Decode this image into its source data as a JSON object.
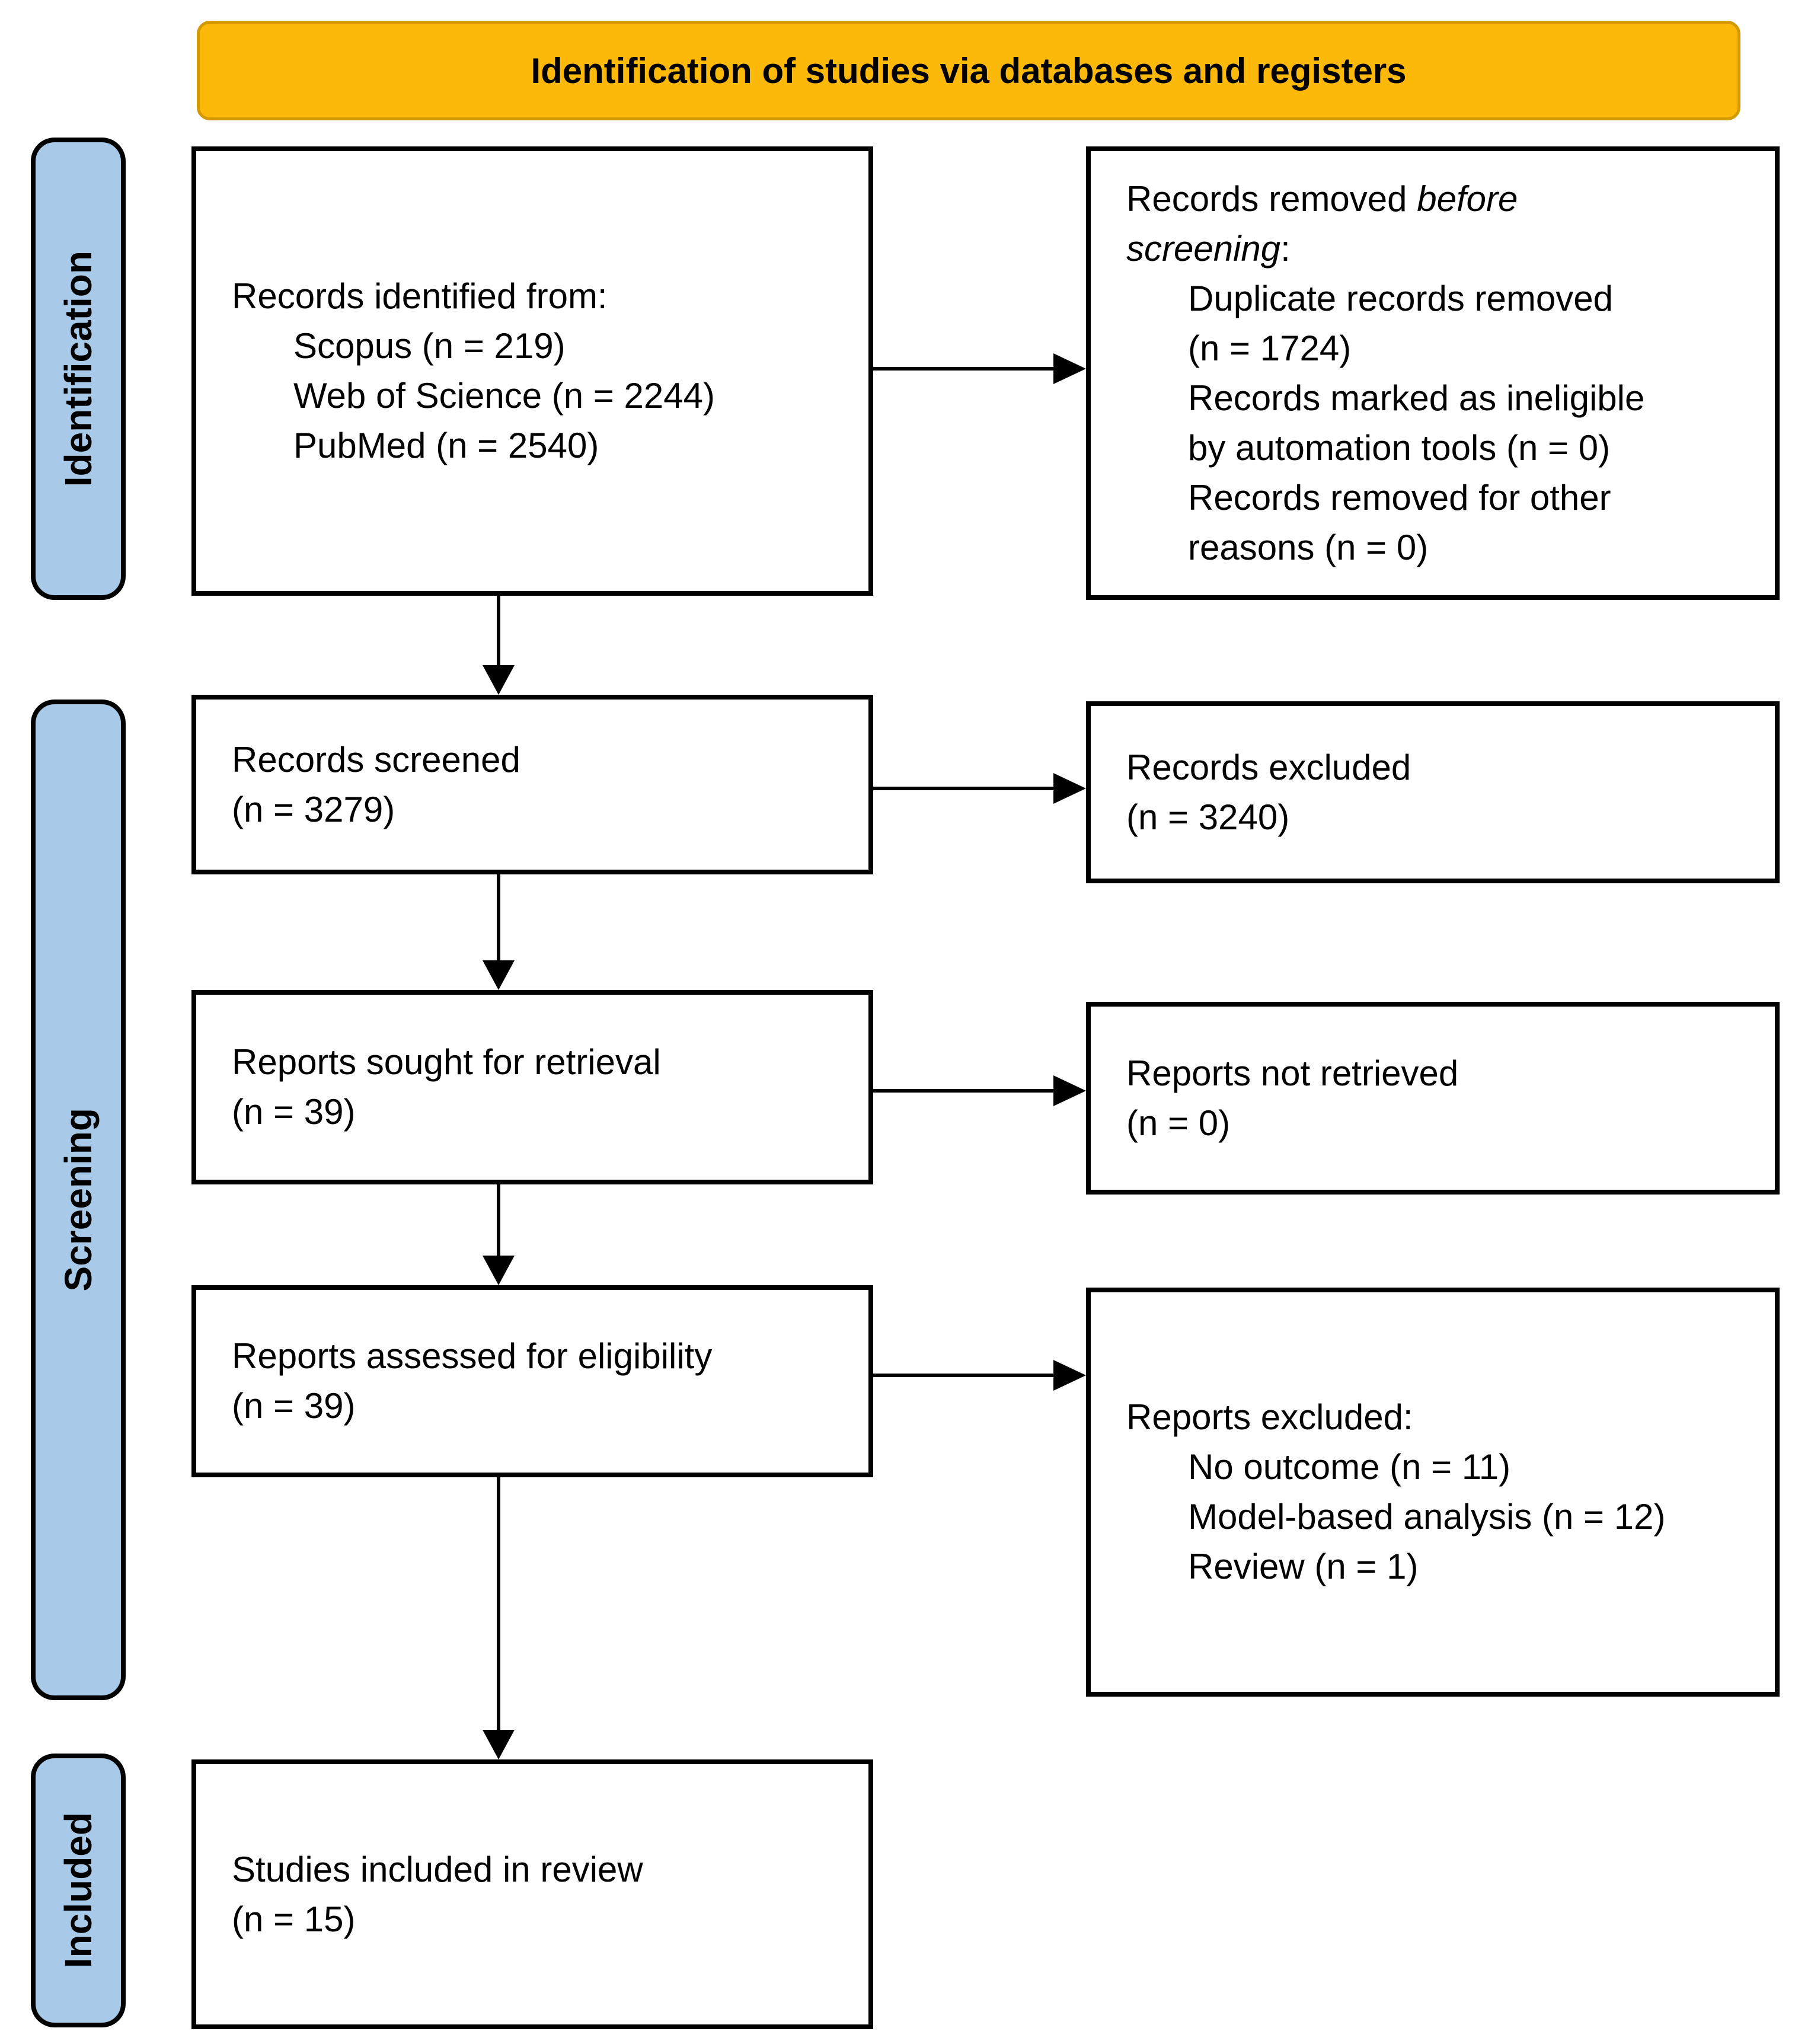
{
  "banner": {
    "label": "Identification of studies via databases and registers"
  },
  "stages": [
    {
      "label": "Identification"
    },
    {
      "label": "Screening"
    },
    {
      "label": "Included"
    }
  ],
  "boxes": {
    "identified": {
      "title": "Records identified from:",
      "items": [
        "Scopus (n = 219)",
        "Web of Science (n = 2244)",
        "PubMed (n = 2540)"
      ]
    },
    "removed": {
      "title_l1_prefix": "Records removed ",
      "title_l1_italic": "before",
      "title_l2_italic": "screening",
      "title_l2_suffix": ":",
      "items": [
        "Duplicate records removed (n = 1724)",
        "Records marked as ineligible by automation tools (n = 0)",
        "Records removed for other reasons (n = 0)"
      ]
    },
    "screened": {
      "line1": "Records screened",
      "line2": "(n = 3279)"
    },
    "excluded": {
      "line1": "Records excluded",
      "line2": "(n = 3240)"
    },
    "sought": {
      "line1": "Reports sought for retrieval",
      "line2": "(n = 39)"
    },
    "not_retrieved": {
      "line1": "Reports not retrieved",
      "line2": "(n = 0)"
    },
    "assessed": {
      "line1": "Reports assessed for eligibility",
      "line2": "(n = 39)"
    },
    "reports_excluded": {
      "title": "Reports excluded:",
      "items": [
        "No outcome (n = 11)",
        "Model-based analysis (n = 12)",
        "Review (n = 1)"
      ]
    },
    "included_studies": {
      "line1": "Studies included in review",
      "line2": "(n = 15)"
    }
  },
  "colors": {
    "banner_fill": "#FCB90A",
    "banner_border": "#D39A00",
    "stage_fill": "#A9C9E9",
    "line": "#000000"
  }
}
